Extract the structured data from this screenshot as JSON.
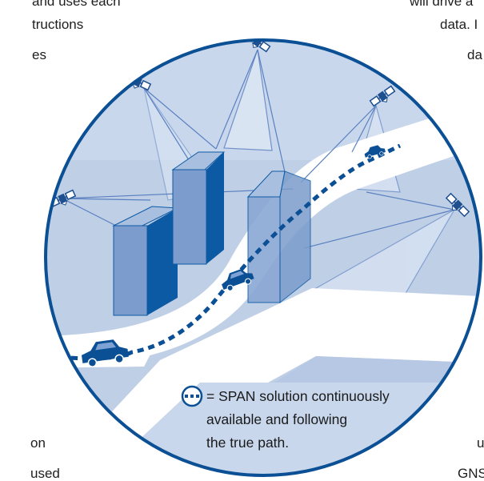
{
  "surrounding_text": {
    "left_line_1": "and uses each",
    "left_line_2": "tructions",
    "left_line_3": "es",
    "left_line_4": "on",
    "left_line_5": "used",
    "right_line_1": "will drive a",
    "right_line_2": "data. I",
    "right_line_3": "da",
    "right_line_4": "u",
    "right_line_5": "GNS"
  },
  "legend": {
    "line_1": "= SPAN solution continuously",
    "line_2": "available and following",
    "line_3": "the true path."
  },
  "colors": {
    "circle_fill": "#bfcfe6",
    "circle_border": "#0b4f95",
    "road": "#ffffff",
    "building_front": "#7b9ccc",
    "building_side": "#0d5aa4",
    "path_dashes": "#0b4f95",
    "signal_lines": "#5a80c0"
  },
  "icons": [
    "satellite-icon",
    "car-icon",
    "building-icon",
    "dashed-path-legend-icon"
  ]
}
